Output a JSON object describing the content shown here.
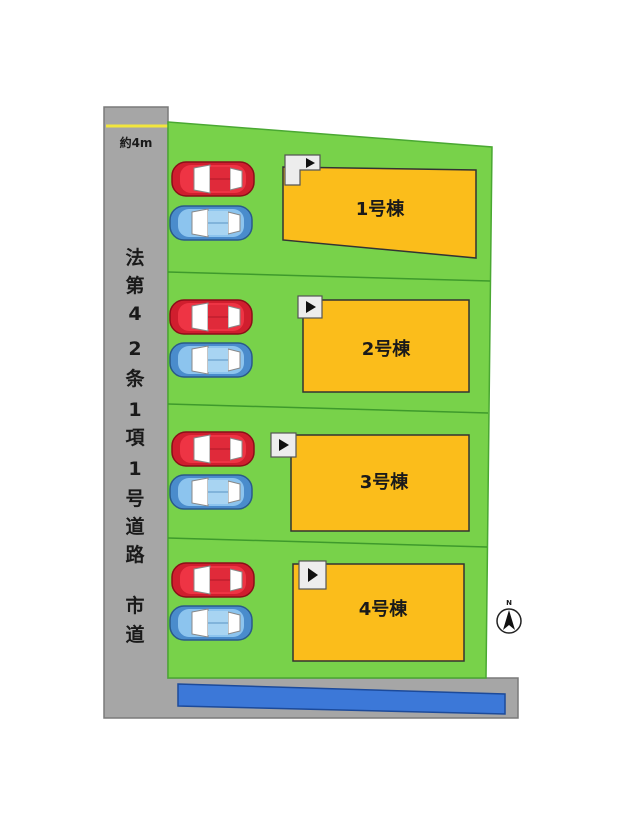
{
  "road": {
    "width_label": "約4m",
    "name_chars": [
      "法",
      "第",
      "4",
      "2",
      "条",
      "1",
      "項",
      "1",
      "号",
      "道",
      "路",
      "市",
      "道"
    ]
  },
  "buildings": [
    {
      "label": "1号棟"
    },
    {
      "label": "2号棟"
    },
    {
      "label": "3号棟"
    },
    {
      "label": "4号棟"
    }
  ],
  "compass": {
    "north_label": "N"
  },
  "colors": {
    "road": "#a6a6a6",
    "lot": "#78d24a",
    "lot_border": "#4aa832",
    "building": "#fbbd1b",
    "car_red": "#e8283a",
    "car_blue": "#5aa0dc",
    "canal": "#3c78d8",
    "road_marker": "#f2e63c"
  }
}
